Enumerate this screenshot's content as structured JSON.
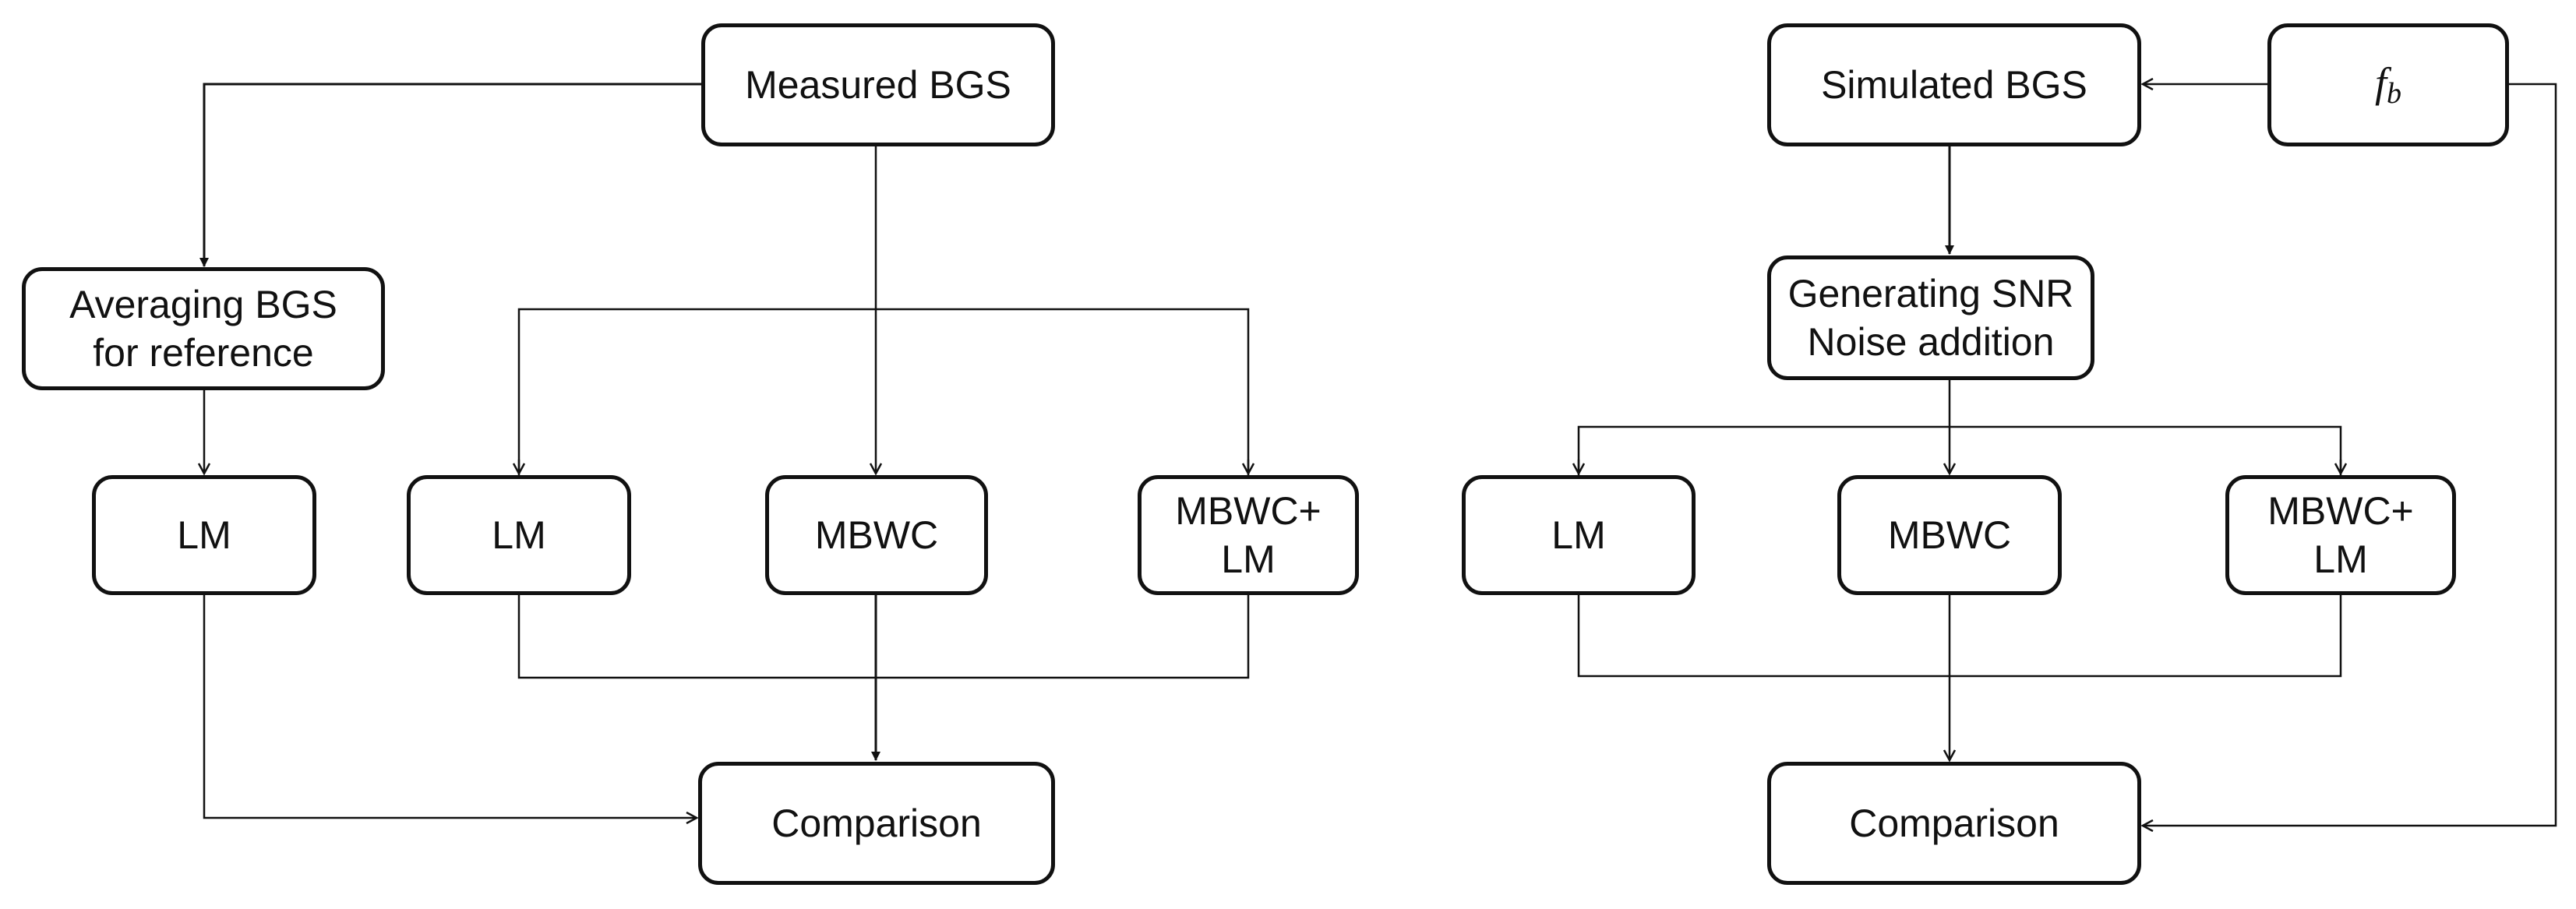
{
  "left": {
    "measured": "Measured BGS",
    "averaging": "Averaging BGS\nfor reference",
    "lm_ref": "LM",
    "lm": "LM",
    "mbwc": "MBWC",
    "mbwc_lm": "MBWC+\nLM",
    "comparison": "Comparison"
  },
  "right": {
    "simulated": "Simulated BGS",
    "fb_main": "f",
    "fb_sub": "b",
    "generating": "Generating SNR\nNoise addition",
    "lm": "LM",
    "mbwc": "MBWC",
    "mbwc_lm": "MBWC+\nLM",
    "comparison": "Comparison"
  },
  "colors": {
    "line": "#111111",
    "background": "#ffffff"
  }
}
